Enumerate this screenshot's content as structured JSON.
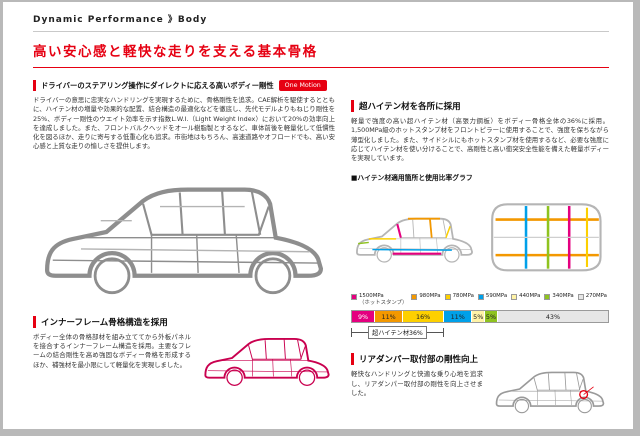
{
  "colors": {
    "accent": "#e60012",
    "inner_frame": "#c9004f",
    "wireframe_gray": "#8e8e8e"
  },
  "page": {
    "breadcrumb": "Dynamic Performance 》Body",
    "title": "高い安心感と軽快な走りを支える基本骨格"
  },
  "left": {
    "section1": {
      "heading": "ドライバーのステアリング操作にダイレクトに応える高いボディー剛性",
      "badge": "One Motion",
      "body": "ドライバーの意思に忠実なハンドリングを実現するために、骨格剛性を追求。CAE解析を駆使するとともに、ハイテン材の増量や効果的な配置、結合構造の最適化などを徹底し、先代モデルよりもねじり剛性を25%、ボディー剛性のウエイト効率を示す指数L.W.I.（Light Weight Index）において20%の効率向上を達成しました。また、フロントバルクヘッドをオール樹脂製とするなど、車体前後を軽量化して低慣性化を図るほか、走りに寄与する低重心化も追求。市街地はもちろん、高速道路やオフロードでも、高い安心感と上質な走りの愉しさを提供します。"
    },
    "section2": {
      "heading": "インナーフレーム骨格構造を採用",
      "body": "ボディー全体の骨格部材を組み立ててから外板パネルを接合するインナーフレーム構造を採用。主要なフレームの結合剛性を高め強固なボディー骨格を形成するほか、補強材を最小限にして軽量化を実現しました。"
    }
  },
  "right": {
    "section1": {
      "heading": "超ハイテン材を各所に採用",
      "body": "軽量で強度の高い超ハイテン材（高張力鋼板）をボディー骨格全体の36%に採用。1,500MPa級のホットスタンプ材をフロントピラーに使用することで、強度を保ちながら薄型化しました。また、サイドシルにもホットスタンプ材を使用するなど、必要な強度に応じてハイテン材を使い分けることで、高剛性と高い衝突安全性能を備えた軽量ボディーを実現しています。",
      "chart_label": "■ハイテン材適用箇所と使用比率グラフ"
    },
    "section2": {
      "heading": "リアダンパー取付部の剛性向上",
      "body": "軽快なハンドリングと快適な乗り心地を追求し、リアダンパー取付部の剛性を向上させました。"
    }
  },
  "chart_data": {
    "type": "bar",
    "stacked": true,
    "title": "ハイテン材適用箇所と使用比率グラフ",
    "categories": [
      "1500MPa",
      "980MPa",
      "780MPa",
      "590MPa",
      "440MPa",
      "340MPa",
      "270MPa"
    ],
    "values": [
      9,
      11,
      16,
      11,
      5,
      5,
      43
    ],
    "unit": "%",
    "xlim": [
      0,
      100
    ],
    "legend_position": "above-bar",
    "legend": [
      {
        "label": "1500MPa",
        "note": "（ホットスタンプ）",
        "color": "#e4007f",
        "value": 9
      },
      {
        "label": "980MPa",
        "note": "",
        "color": "#f39800",
        "value": 11
      },
      {
        "label": "780MPa",
        "note": "",
        "color": "#fdd000",
        "value": 16
      },
      {
        "label": "590MPa",
        "note": "",
        "color": "#00a0e9",
        "value": 11
      },
      {
        "label": "440MPa",
        "note": "",
        "color": "#fff3a6",
        "value": 5
      },
      {
        "label": "340MPa",
        "note": "",
        "color": "#8fc31f",
        "value": 5
      },
      {
        "label": "270MPa",
        "note": "",
        "color": "#e6e6e6",
        "value": 43
      }
    ],
    "bar_labels": [
      "9%",
      "11%",
      "16%",
      "11%",
      "5%",
      "5%",
      "43%"
    ],
    "bracket_label": "超ハイテン材36%",
    "bracket_span_percent": 36
  }
}
